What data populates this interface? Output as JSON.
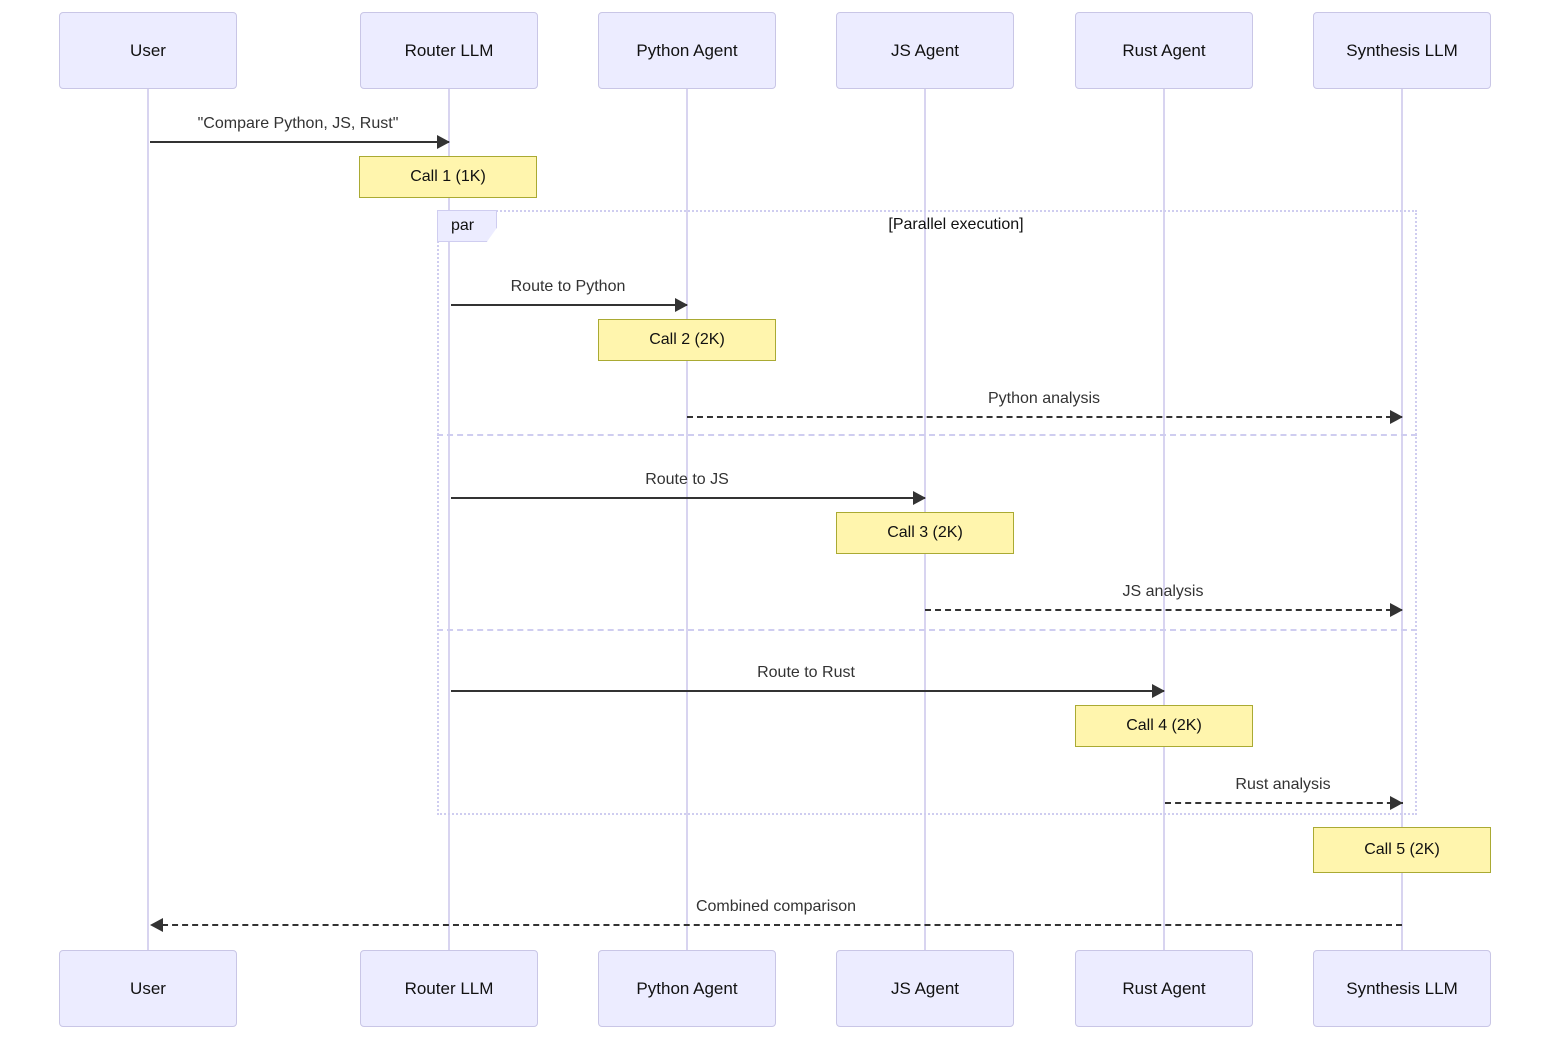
{
  "diagram_type": "sequence-diagram",
  "actors": [
    {
      "label": "User"
    },
    {
      "label": "Router LLM"
    },
    {
      "label": "Python Agent"
    },
    {
      "label": "JS Agent"
    },
    {
      "label": "Rust Agent"
    },
    {
      "label": "Synthesis LLM"
    }
  ],
  "par": {
    "label": "par",
    "title": "[Parallel execution]"
  },
  "messages": [
    {
      "label": "\"Compare Python, JS, Rust\"",
      "from": "User",
      "to": "Router LLM",
      "line": "solid"
    },
    {
      "label": "Route to Python",
      "from": "Router LLM",
      "to": "Python Agent",
      "line": "solid"
    },
    {
      "label": "Python analysis",
      "from": "Python Agent",
      "to": "Synthesis LLM",
      "line": "dashed"
    },
    {
      "label": "Route to JS",
      "from": "Router LLM",
      "to": "JS Agent",
      "line": "solid"
    },
    {
      "label": "JS analysis",
      "from": "JS Agent",
      "to": "Synthesis LLM",
      "line": "dashed"
    },
    {
      "label": "Route to Rust",
      "from": "Router LLM",
      "to": "Rust Agent",
      "line": "solid"
    },
    {
      "label": "Rust analysis",
      "from": "Rust Agent",
      "to": "Synthesis LLM",
      "line": "dashed"
    },
    {
      "label": "Combined comparison",
      "from": "Synthesis LLM",
      "to": "User",
      "line": "dashed"
    }
  ],
  "notes": [
    {
      "label": "Call 1 (1K)",
      "over": "Router LLM"
    },
    {
      "label": "Call 2 (2K)",
      "over": "Python Agent"
    },
    {
      "label": "Call 3 (2K)",
      "over": "JS Agent"
    },
    {
      "label": "Call 4 (2K)",
      "over": "Rust Agent"
    },
    {
      "label": "Call 5 (2K)",
      "over": "Synthesis LLM"
    }
  ],
  "colors": {
    "actor_fill": "#ECECFF",
    "actor_border": "#C9C6E6",
    "lifeline": "#D8D4F0",
    "note_fill": "#FFF5AD",
    "note_border": "#AAAA33",
    "frame_border": "#CFCDF0",
    "arrow": "#333333"
  }
}
